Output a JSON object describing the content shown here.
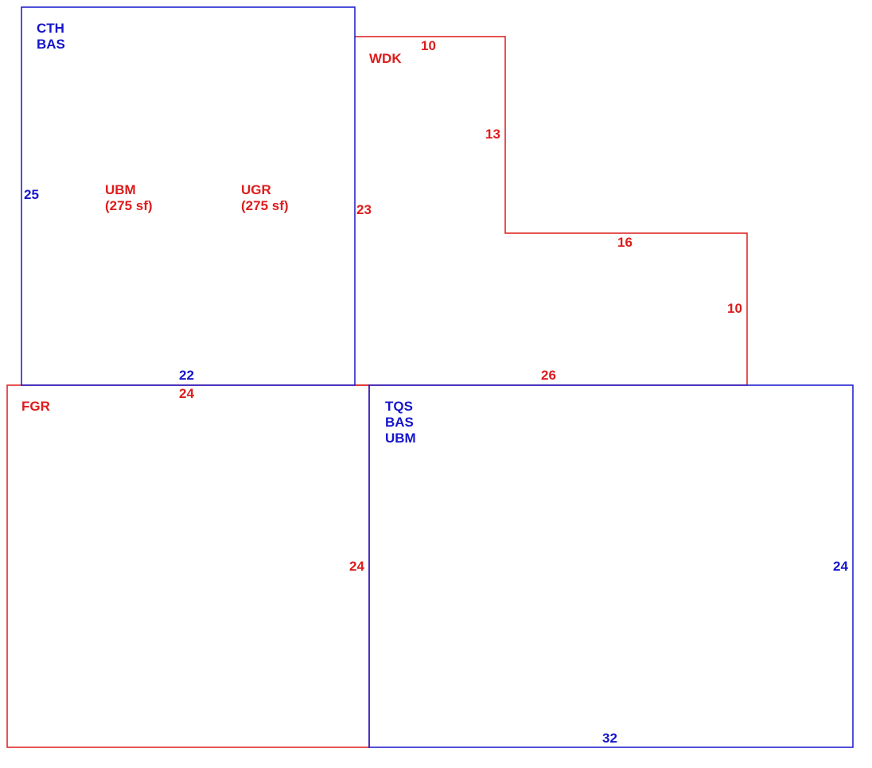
{
  "colors": {
    "blue": "#1515cc",
    "red": "#dd1c1c"
  },
  "areas": {
    "upper_left": {
      "codes": [
        "CTH",
        "BAS"
      ],
      "sub_left": {
        "code": "UBM",
        "area": "(275 sf)"
      },
      "sub_right": {
        "code": "UGR",
        "area": "(275 sf)"
      },
      "dims": {
        "left": "25",
        "bottom": "22"
      }
    },
    "deck": {
      "code": "WDK",
      "dims": {
        "top": "10",
        "step_vertical": "13",
        "step_horizontal": "16",
        "right": "10",
        "left": "23",
        "bottom": "26"
      }
    },
    "garage": {
      "code": "FGR",
      "dims": {
        "top": "24",
        "right": "24"
      }
    },
    "lower_right": {
      "codes": [
        "TQS",
        "BAS",
        "UBM"
      ],
      "dims": {
        "right": "24",
        "bottom": "32"
      }
    }
  }
}
